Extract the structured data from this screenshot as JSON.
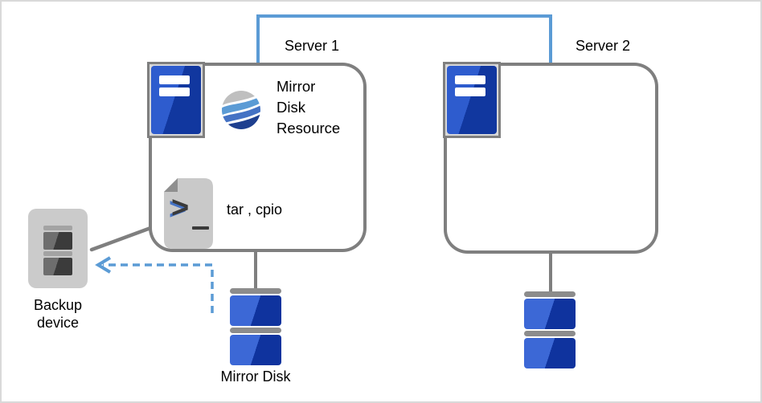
{
  "diagram_type": "cluster-mirror-disk-backup-architecture",
  "nodes": {
    "server1": {
      "label": "Server 1",
      "resource": {
        "icon": "globe-waves-icon",
        "name_lines": [
          "Mirror",
          "Disk",
          "Resource"
        ]
      },
      "backup_commands": {
        "icon": "shell-script-icon",
        "label": "tar , cpio"
      }
    },
    "server2": {
      "label": "Server 2"
    },
    "mirror_disk_server1": {
      "icon": "stacked-disks-icon",
      "label": "Mirror Disk"
    },
    "mirror_disk_server2": {
      "icon": "stacked-disks-icon"
    },
    "backup_device": {
      "icon": "tape-device-icon",
      "label_lines": [
        "Backup",
        "device"
      ]
    }
  },
  "connections": [
    {
      "from": "server1",
      "to": "server2",
      "style": "solid-elbow",
      "color": "#5B9BD5"
    },
    {
      "from": "server1",
      "to": "mirror_disk_server1",
      "style": "solid",
      "color": "#7F7F7F"
    },
    {
      "from": "server2",
      "to": "mirror_disk_server2",
      "style": "solid",
      "color": "#7F7F7F"
    },
    {
      "from": "server1",
      "to": "backup_device",
      "style": "solid",
      "color": "#7F7F7F"
    },
    {
      "from": "mirror_disk_server1",
      "to": "backup_device",
      "style": "dashed-arrow",
      "color": "#5B9BD5"
    }
  ],
  "colors": {
    "interconnect_blue": "#5B9BD5",
    "outline_gray": "#7F7F7F",
    "server_icon_blue": "#2E5CCE",
    "server_icon_blue_dark": "#11379F",
    "disk_blue": "#3C68D6",
    "disk_blue_dark": "#0F339E",
    "panel_gray": "#D8D8D8",
    "document_gray": "#C9C9C9",
    "globe_gray_band": "#BFBFBF",
    "globe_light_blue_band": "#5B9BD5",
    "globe_mid_blue_band": "#4472C4",
    "globe_navy_band": "#1E3F8F"
  }
}
